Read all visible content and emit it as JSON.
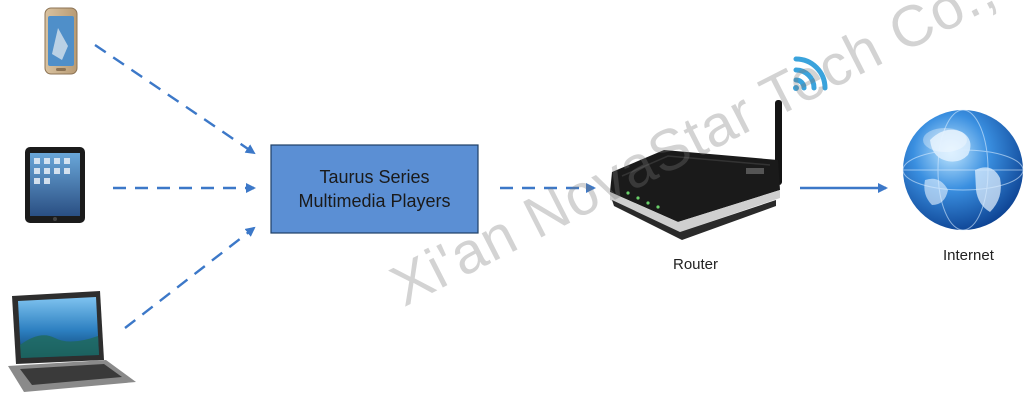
{
  "player_box": {
    "line1": "Taurus Series",
    "line2": "Multimedia Players"
  },
  "labels": {
    "router": "Router",
    "internet": "Internet"
  },
  "watermark": "Xi'an NovaStar Tech Co., Ltd.",
  "icons": [
    "smartphone-icon",
    "tablet-icon",
    "laptop-icon",
    "router-icon",
    "wifi-signal-icon",
    "globe-icon"
  ],
  "colors": {
    "box_fill": "#5b8fd4",
    "box_border": "#1f3f66",
    "arrow": "#3c78c8",
    "wifi": "#3aa3dc"
  }
}
